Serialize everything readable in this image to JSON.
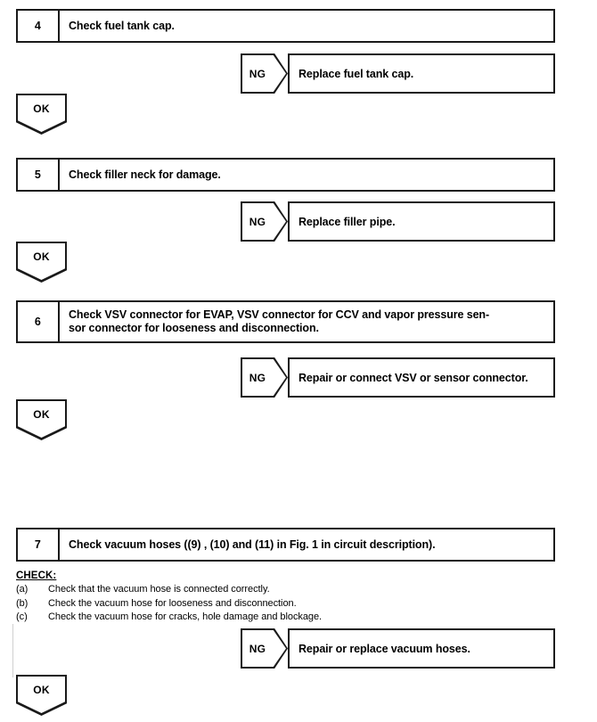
{
  "document": {
    "type": "automotive-diagnostic-flowchart",
    "background_color": "#ffffff",
    "ink_color": "#1a1a1a"
  },
  "steps": [
    {
      "number": "4",
      "text": "Check fuel tank cap.",
      "ng_label": "NG",
      "ng_result": "Replace fuel tank cap.",
      "ok_label": "OK"
    },
    {
      "number": "5",
      "text": "Check filler neck for damage.",
      "ng_label": "NG",
      "ng_result": "Replace filler pipe.",
      "ok_label": "OK"
    },
    {
      "number": "6",
      "text": "Check VSV connector for EVAP, VSV connector for CCV and vapor pressure sen-sor connector for looseness and disconnection.",
      "text_line1": "Check VSV connector for EVAP, VSV connector for CCV and vapor pressure sen-",
      "text_line2": "sor connector for looseness and disconnection.",
      "ng_label": "NG",
      "ng_result": "Repair or connect VSV or sensor connector.",
      "ok_label": "OK"
    },
    {
      "number": "7",
      "text": "Check vacuum hoses ((9) , (10) and (11) in Fig. 1 in circuit description).",
      "ng_label": "NG",
      "ng_result": "Repair or replace vacuum hoses.",
      "ok_label": "OK"
    }
  ],
  "check_block": {
    "title": "CHECK:",
    "items": [
      {
        "marker": "(a)",
        "text": "Check that the vacuum hose is connected correctly."
      },
      {
        "marker": "(b)",
        "text": "Check the vacuum hose for looseness and disconnection."
      },
      {
        "marker": "(c)",
        "text": "Check the vacuum hose for cracks, hole damage and blockage."
      }
    ]
  }
}
